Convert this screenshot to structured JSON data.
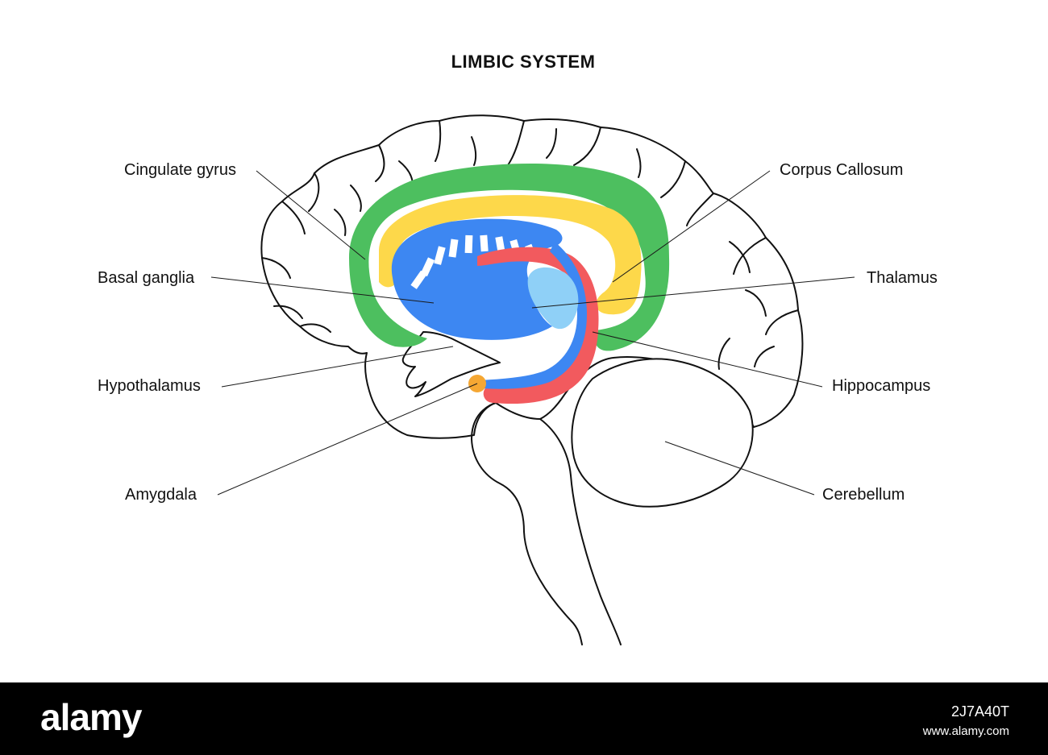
{
  "title": "LIMBIC SYSTEM",
  "labels": {
    "cingulate_gyrus": "Cingulate gyrus",
    "basal_ganglia": "Basal ganglia",
    "hypothalamus": "Hypothalamus",
    "amygdala": "Amygdala",
    "corpus_callosum": "Corpus Callosum",
    "thalamus": "Thalamus",
    "hippocampus": "Hippocampus",
    "cerebellum": "Cerebellum"
  },
  "colors": {
    "cingulate_gyrus": "#4dbf5f",
    "corpus_callosum": "#fdd84a",
    "basal_ganglia": "#3d87f2",
    "thalamus": "#8fd0f7",
    "hippocampus": "#f25a5e",
    "amygdala": "#f5a733",
    "outline": "#111111"
  },
  "watermark": {
    "logo": "alamy",
    "image_id": "2J7A40T",
    "url": "www.alamy.com"
  }
}
